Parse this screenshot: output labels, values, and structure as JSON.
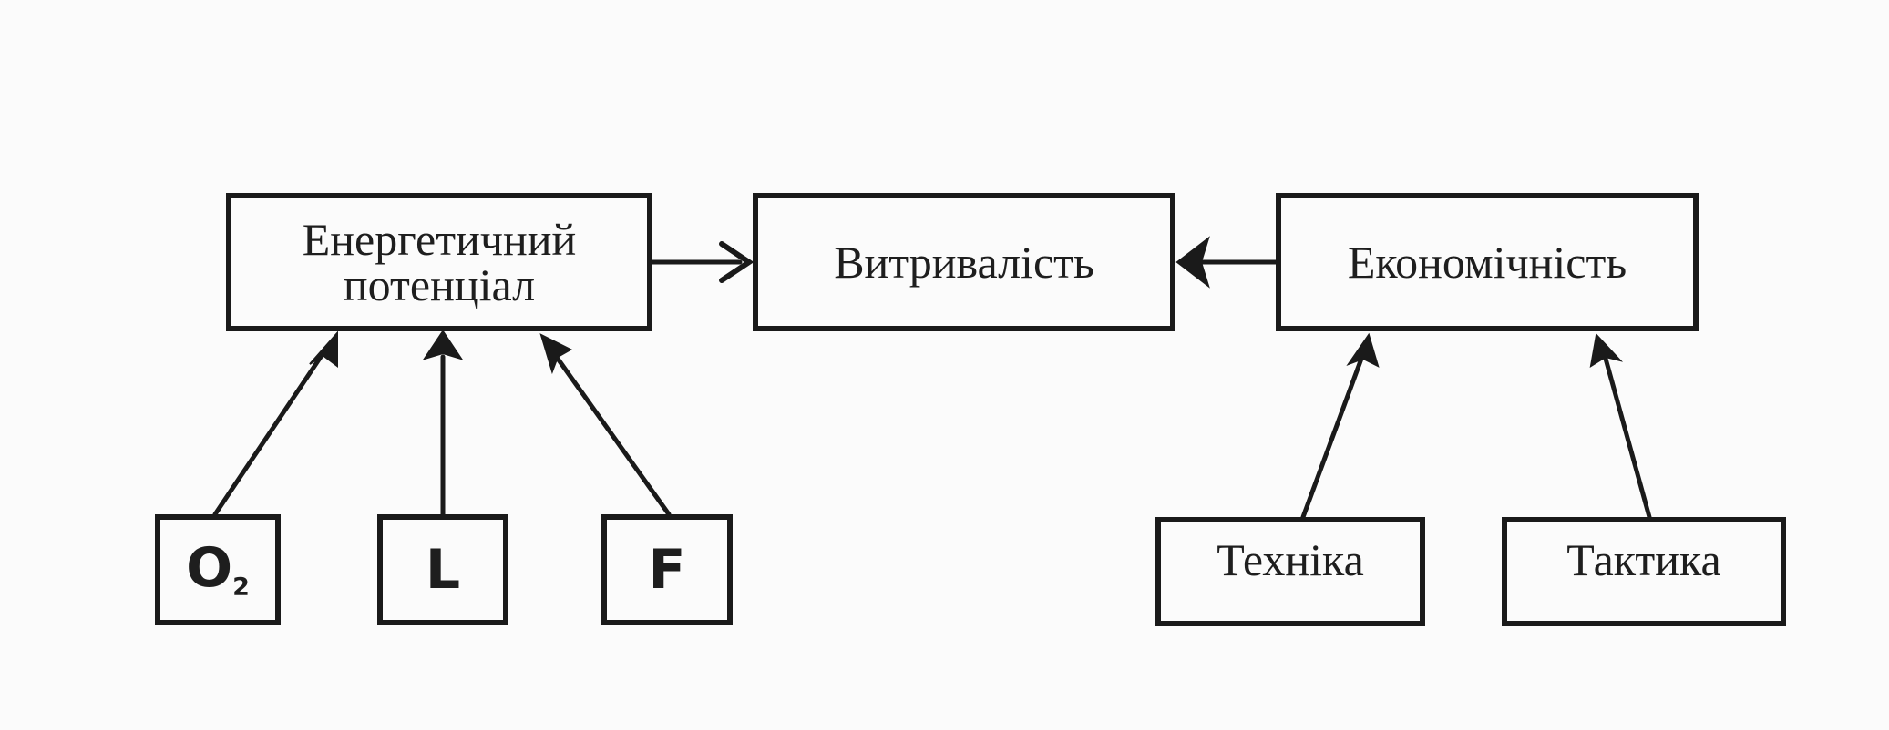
{
  "diagram": {
    "nodes": {
      "energy_potential": {
        "line1": "Енергетичний",
        "line2": "потенціал"
      },
      "endurance": {
        "label": "Витривалість"
      },
      "economy": {
        "label": "Економічність"
      },
      "o2": {
        "label": "O",
        "subscript": "2"
      },
      "l": {
        "label": "L"
      },
      "f": {
        "label": "F"
      },
      "technique": {
        "label": "Техніка"
      },
      "tactics": {
        "label": "Тактика"
      }
    },
    "edges": [
      {
        "from": "energy_potential",
        "to": "endurance",
        "head": "open"
      },
      {
        "from": "economy",
        "to": "endurance",
        "head": "filled"
      },
      {
        "from": "o2",
        "to": "energy_potential",
        "head": "filled"
      },
      {
        "from": "l",
        "to": "energy_potential",
        "head": "filled"
      },
      {
        "from": "f",
        "to": "energy_potential",
        "head": "filled"
      },
      {
        "from": "technique",
        "to": "economy",
        "head": "filled"
      },
      {
        "from": "tactics",
        "to": "economy",
        "head": "filled"
      }
    ],
    "colors": {
      "ink": "#1a1a1a",
      "paper": "#fbfbfb"
    }
  }
}
